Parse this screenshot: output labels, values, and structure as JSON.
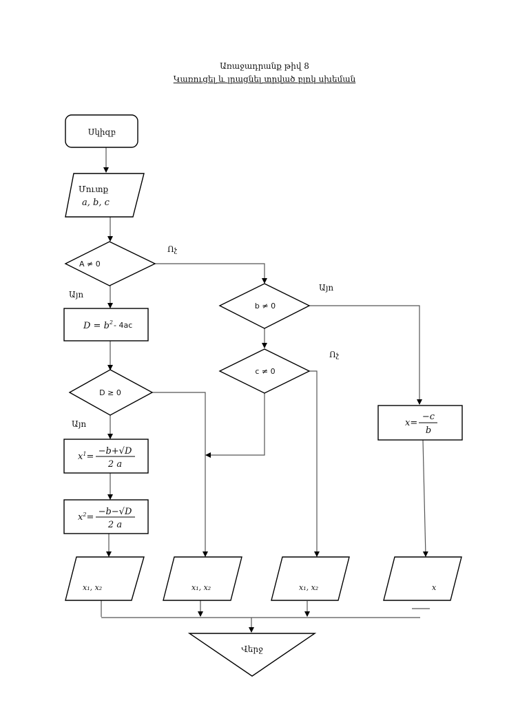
{
  "header": {
    "title": "Առաջադրանք թիվ 8",
    "subtitle": "Կառուցել և լրացնել տրված բլոկ սխեման"
  },
  "nodes": {
    "start": "Սկիզբ",
    "input_label": "Մուտք",
    "input_vars": "a, b, c",
    "cond_a": "A ≠ 0",
    "discriminant_lhs": "D = b",
    "discriminant_exp": "2",
    "discriminant_rhs": "- 4ac",
    "cond_d": "D ≥ 0",
    "x1_lhs": "x",
    "x1_sup": "1",
    "x1_num": "−b+√D",
    "x1_den": "2 a",
    "x2_lhs": "x",
    "x2_sup": "2",
    "x2_num": "−b−√D",
    "x2_den": "2 a",
    "cond_b": "b ≠ 0",
    "cond_c": "c ≠ 0",
    "xc_lhs": "x=",
    "xc_num": "−c",
    "xc_den": "b",
    "out1": "x₁, x₂",
    "out2": "x₁, x₂",
    "out3": "x₁, x₂",
    "out4": "x",
    "end": "Վերջ"
  },
  "labels": {
    "no_a": "Ոչ",
    "yes_a": "Այո",
    "yes_b": "Այո",
    "no_c": "Ոչ",
    "yes_d": "Այո"
  }
}
